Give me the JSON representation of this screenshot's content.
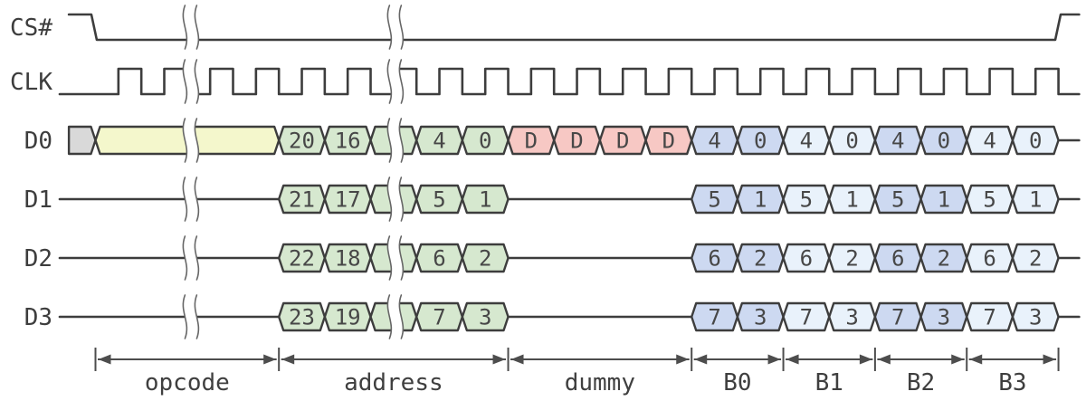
{
  "diagram": {
    "kind": "timing-diagram",
    "cycles_shown": 21
  },
  "colors": {
    "stroke": "#3d3d3d",
    "axis": "#4d4d4d",
    "break_line": "#666666",
    "gray": "#d9d9d9",
    "yellow": "#f4f7cc",
    "green": "#d6e8cf",
    "pink": "#f7c8c4",
    "blueA": "#cdd9f1",
    "blueB": "#e9f2fb",
    "text": "#474747"
  },
  "signals": [
    {
      "name": "CS#",
      "kind": "binary",
      "start_u": -0.58,
      "pattern": [
        {
          "level": "high",
          "to_u": -0.09
        },
        {
          "level": "low",
          "to_u": 20.93
        },
        {
          "level": "high",
          "to_u": 21.45
        }
      ]
    },
    {
      "name": "CLK",
      "kind": "clock",
      "lead_u": -0.78,
      "cycles": 21
    },
    {
      "name": "D0",
      "kind": "bus",
      "line_segments": [
        [
          21,
          21.45
        ]
      ],
      "cells": [
        {
          "label": "",
          "color": "gray",
          "u1": -0.58,
          "u2": 0,
          "flat_left": true
        },
        {
          "label": "",
          "color": "yellow",
          "u1": 0,
          "u2": 4
        },
        {
          "label": "20",
          "color": "green",
          "u1": 4,
          "u2": 5
        },
        {
          "label": "16",
          "color": "green",
          "u1": 5,
          "u2": 6
        },
        {
          "label": "",
          "color": "green",
          "u1": 6,
          "u2": 7
        },
        {
          "label": "4",
          "color": "green",
          "u1": 7,
          "u2": 8
        },
        {
          "label": "0",
          "color": "green",
          "u1": 8,
          "u2": 9
        },
        {
          "label": "D",
          "color": "pink",
          "u1": 9,
          "u2": 10
        },
        {
          "label": "D",
          "color": "pink",
          "u1": 10,
          "u2": 11
        },
        {
          "label": "D",
          "color": "pink",
          "u1": 11,
          "u2": 12
        },
        {
          "label": "D",
          "color": "pink",
          "u1": 12,
          "u2": 13
        },
        {
          "label": "4",
          "color": "blueA",
          "u1": 13,
          "u2": 14
        },
        {
          "label": "0",
          "color": "blueA",
          "u1": 14,
          "u2": 15
        },
        {
          "label": "4",
          "color": "blueB",
          "u1": 15,
          "u2": 16
        },
        {
          "label": "0",
          "color": "blueB",
          "u1": 16,
          "u2": 17
        },
        {
          "label": "4",
          "color": "blueA",
          "u1": 17,
          "u2": 18
        },
        {
          "label": "0",
          "color": "blueA",
          "u1": 18,
          "u2": 19
        },
        {
          "label": "4",
          "color": "blueB",
          "u1": 19,
          "u2": 20
        },
        {
          "label": "0",
          "color": "blueB",
          "u1": 20,
          "u2": 21
        }
      ]
    },
    {
      "name": "D1",
      "kind": "bus",
      "line_segments": [
        [
          -0.78,
          4
        ],
        [
          9,
          13
        ],
        [
          21,
          21.45
        ]
      ],
      "cells": [
        {
          "label": "21",
          "color": "green",
          "u1": 4,
          "u2": 5
        },
        {
          "label": "17",
          "color": "green",
          "u1": 5,
          "u2": 6
        },
        {
          "label": "",
          "color": "green",
          "u1": 6,
          "u2": 7
        },
        {
          "label": "5",
          "color": "green",
          "u1": 7,
          "u2": 8
        },
        {
          "label": "1",
          "color": "green",
          "u1": 8,
          "u2": 9
        },
        {
          "label": "5",
          "color": "blueA",
          "u1": 13,
          "u2": 14
        },
        {
          "label": "1",
          "color": "blueA",
          "u1": 14,
          "u2": 15
        },
        {
          "label": "5",
          "color": "blueB",
          "u1": 15,
          "u2": 16
        },
        {
          "label": "1",
          "color": "blueB",
          "u1": 16,
          "u2": 17
        },
        {
          "label": "5",
          "color": "blueA",
          "u1": 17,
          "u2": 18
        },
        {
          "label": "1",
          "color": "blueA",
          "u1": 18,
          "u2": 19
        },
        {
          "label": "5",
          "color": "blueB",
          "u1": 19,
          "u2": 20
        },
        {
          "label": "1",
          "color": "blueB",
          "u1": 20,
          "u2": 21
        }
      ]
    },
    {
      "name": "D2",
      "kind": "bus",
      "line_segments": [
        [
          -0.78,
          4
        ],
        [
          9,
          13
        ],
        [
          21,
          21.45
        ]
      ],
      "cells": [
        {
          "label": "22",
          "color": "green",
          "u1": 4,
          "u2": 5
        },
        {
          "label": "18",
          "color": "green",
          "u1": 5,
          "u2": 6
        },
        {
          "label": "",
          "color": "green",
          "u1": 6,
          "u2": 7
        },
        {
          "label": "6",
          "color": "green",
          "u1": 7,
          "u2": 8
        },
        {
          "label": "2",
          "color": "green",
          "u1": 8,
          "u2": 9
        },
        {
          "label": "6",
          "color": "blueA",
          "u1": 13,
          "u2": 14
        },
        {
          "label": "2",
          "color": "blueA",
          "u1": 14,
          "u2": 15
        },
        {
          "label": "6",
          "color": "blueB",
          "u1": 15,
          "u2": 16
        },
        {
          "label": "2",
          "color": "blueB",
          "u1": 16,
          "u2": 17
        },
        {
          "label": "6",
          "color": "blueA",
          "u1": 17,
          "u2": 18
        },
        {
          "label": "2",
          "color": "blueA",
          "u1": 18,
          "u2": 19
        },
        {
          "label": "6",
          "color": "blueB",
          "u1": 19,
          "u2": 20
        },
        {
          "label": "2",
          "color": "blueB",
          "u1": 20,
          "u2": 21
        }
      ]
    },
    {
      "name": "D3",
      "kind": "bus",
      "line_segments": [
        [
          -0.78,
          4
        ],
        [
          9,
          13
        ],
        [
          21,
          21.45
        ]
      ],
      "cells": [
        {
          "label": "23",
          "color": "green",
          "u1": 4,
          "u2": 5
        },
        {
          "label": "19",
          "color": "green",
          "u1": 5,
          "u2": 6
        },
        {
          "label": "",
          "color": "green",
          "u1": 6,
          "u2": 7
        },
        {
          "label": "7",
          "color": "green",
          "u1": 7,
          "u2": 8
        },
        {
          "label": "3",
          "color": "green",
          "u1": 8,
          "u2": 9
        },
        {
          "label": "7",
          "color": "blueA",
          "u1": 13,
          "u2": 14
        },
        {
          "label": "3",
          "color": "blueA",
          "u1": 14,
          "u2": 15
        },
        {
          "label": "7",
          "color": "blueB",
          "u1": 15,
          "u2": 16
        },
        {
          "label": "3",
          "color": "blueB",
          "u1": 16,
          "u2": 17
        },
        {
          "label": "7",
          "color": "blueA",
          "u1": 17,
          "u2": 18
        },
        {
          "label": "3",
          "color": "blueA",
          "u1": 18,
          "u2": 19
        },
        {
          "label": "7",
          "color": "blueB",
          "u1": 19,
          "u2": 20
        },
        {
          "label": "3",
          "color": "blueB",
          "u1": 20,
          "u2": 21
        }
      ]
    }
  ],
  "breaks": [
    {
      "u": 2.08
    },
    {
      "u": 6.54
    }
  ],
  "phases": [
    {
      "label": "opcode",
      "u1": 0,
      "u2": 4
    },
    {
      "label": "address",
      "u1": 4,
      "u2": 9
    },
    {
      "label": "dummy",
      "u1": 9,
      "u2": 13
    },
    {
      "label": "B0",
      "u1": 13,
      "u2": 15
    },
    {
      "label": "B1",
      "u1": 15,
      "u2": 17
    },
    {
      "label": "B2",
      "u1": 17,
      "u2": 19
    },
    {
      "label": "B3",
      "u1": 19,
      "u2": 21
    }
  ]
}
